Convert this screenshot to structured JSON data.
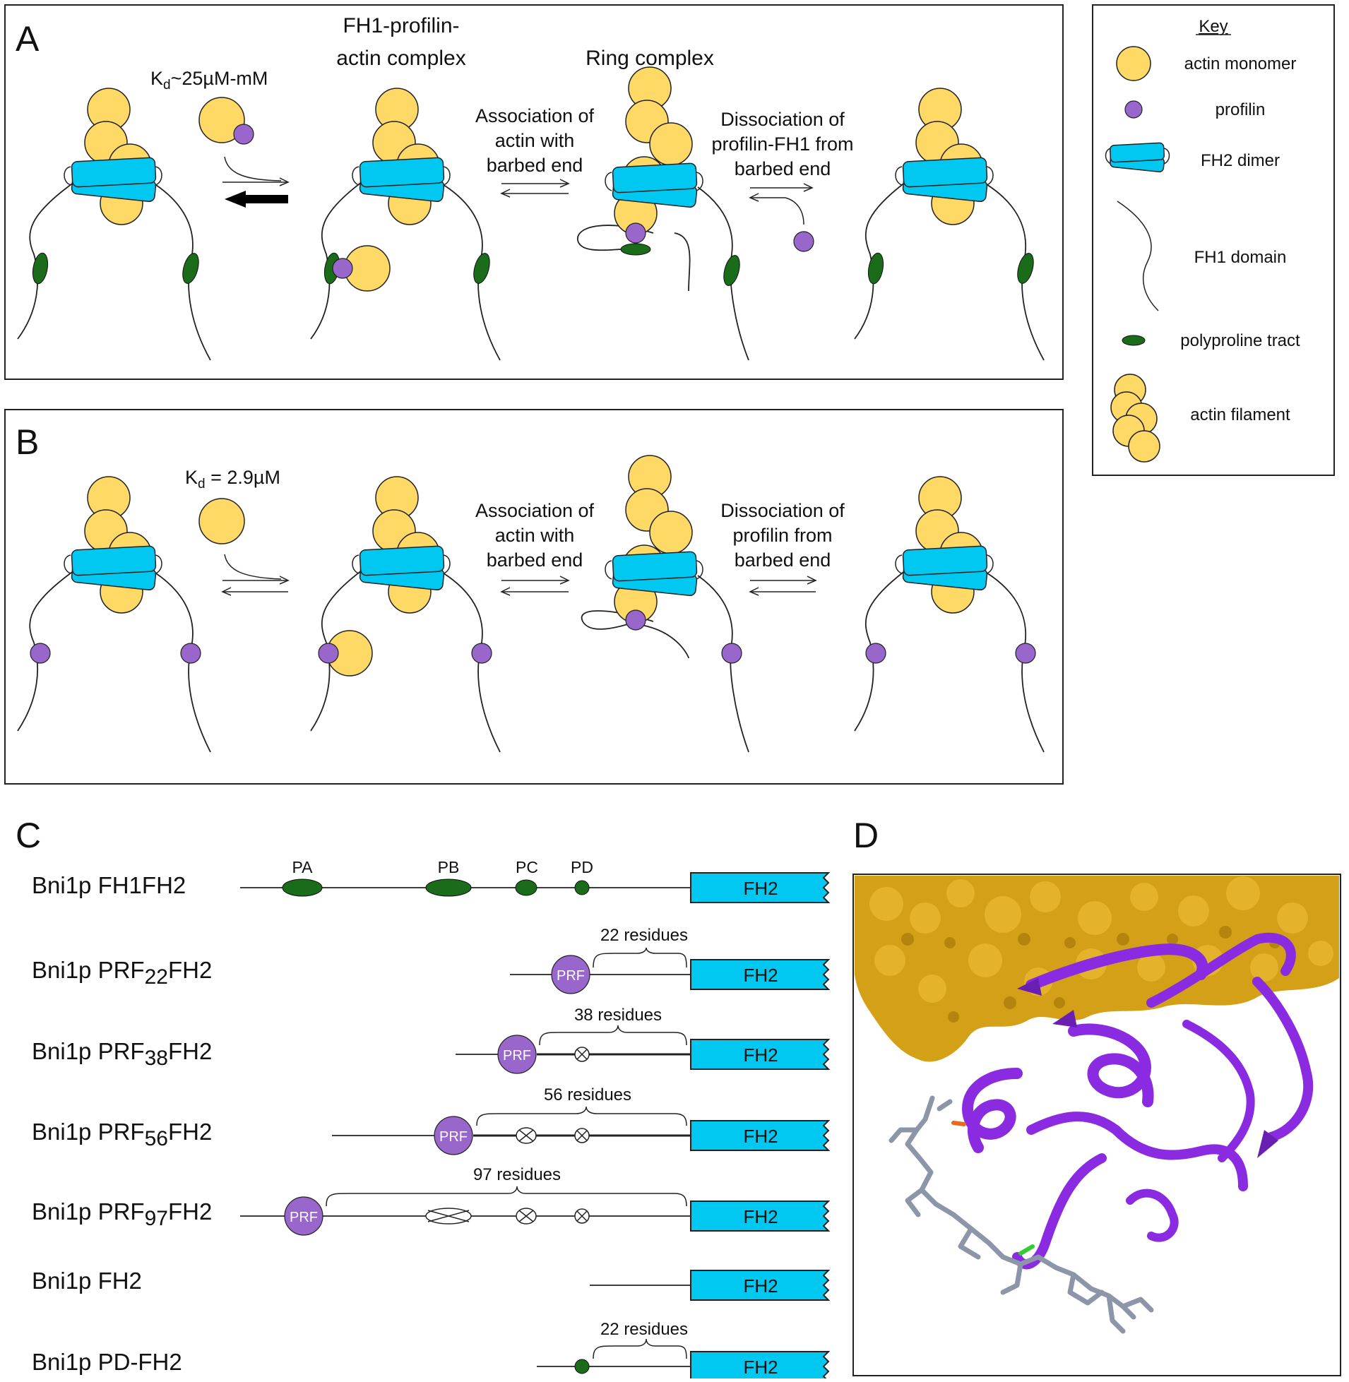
{
  "panels": {
    "a": "A",
    "b": "B",
    "c": "C",
    "d": "D"
  },
  "panel_a": {
    "kd_prefix": "K",
    "kd_sub": "d",
    "kd_value": "~25µM-mM",
    "complex_title_line1": "FH1-profilin-",
    "complex_title_line2": "actin complex",
    "ring_title": "Ring complex",
    "step2_line1": "Association of",
    "step2_line2": "actin with",
    "step2_line3": "barbed end",
    "step3_line1": "Dissociation of",
    "step3_line2": "profilin-FH1 from",
    "step3_line3": "barbed end"
  },
  "panel_b": {
    "kd_prefix": "K",
    "kd_sub": "d",
    "kd_value": " = 2.9µM",
    "step2_line1": "Association of",
    "step2_line2": "actin with",
    "step2_line3": "barbed end",
    "step3_line1": "Dissociation of",
    "step3_line2": "profilin from",
    "step3_line3": "barbed end"
  },
  "key": {
    "title": "Key",
    "items": [
      "actin monomer",
      "profilin",
      "FH2 dimer",
      "FH1 domain",
      "polyproline tract",
      "actin filament"
    ]
  },
  "panel_c": {
    "constructs": [
      {
        "prefix": "Bni1p FH1FH2",
        "sub": "",
        "suffix": ""
      },
      {
        "prefix": "Bni1p PRF",
        "sub": "22",
        "suffix": "FH2"
      },
      {
        "prefix": "Bni1p PRF",
        "sub": "38",
        "suffix": "FH2"
      },
      {
        "prefix": "Bni1p PRF",
        "sub": "56",
        "suffix": "FH2"
      },
      {
        "prefix": "Bni1p PRF",
        "sub": "97",
        "suffix": "FH2"
      },
      {
        "prefix": "Bni1p FH2",
        "sub": "",
        "suffix": ""
      },
      {
        "prefix": "Bni1p PD-FH2",
        "sub": "",
        "suffix": ""
      }
    ],
    "tracts": [
      "PA",
      "PB",
      "PC",
      "PD"
    ],
    "residue_labels": [
      "22 residues",
      "38 residues",
      "56 residues",
      "97 residues",
      "22 residues"
    ],
    "fh2_label": "FH2",
    "prf_label": "PRF"
  },
  "colors": {
    "actin": "#FFD966",
    "profilin": "#9966CC",
    "fh2": "#00C8F0",
    "polyproline": "#1A6B1A",
    "ribbon": "#8A2BE2",
    "surface": "#D4A017"
  }
}
